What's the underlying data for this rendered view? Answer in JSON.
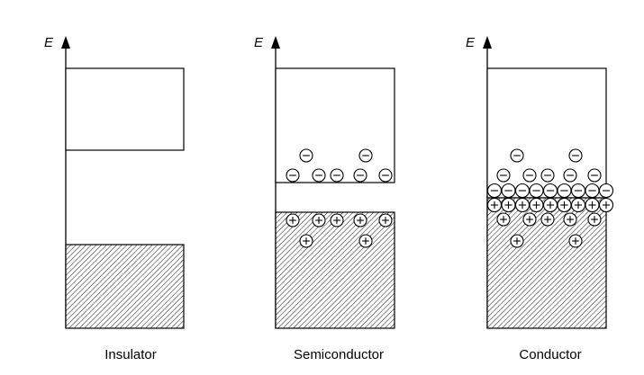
{
  "axis_symbol": "E",
  "panels": [
    {
      "caption": "Insulator"
    },
    {
      "caption": "Semiconductor"
    },
    {
      "caption": "Conductor"
    }
  ],
  "colors": {
    "line": "#000000",
    "background": "#ffffff"
  }
}
